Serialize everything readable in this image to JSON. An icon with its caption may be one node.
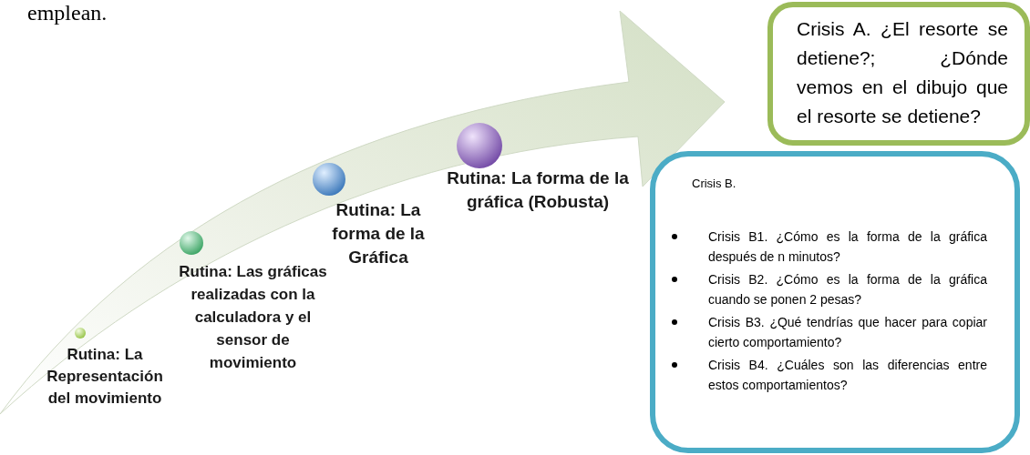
{
  "diagram": {
    "nodes": [
      {
        "text": [
          "Crisis A. ¿El resorte se detiene?; ¿Dónde vemos en el dibujo que el resorte se detiene?"
        ]
      },
      {
        "text": [
          "Crisis B.",
          "Crisis B1. ¿Cómo es la forma de la gráfica después de n minutos?",
          "Crisis B2. ¿Cómo es la forma de la gráfica cuando se ponen 2 pesas?",
          "Crisis B3. ¿Qué tendrías que hacer para copiar cierto comportamiento?",
          "Crisis B4. ¿Cuáles son las diferencias entre estos comportamientos?"
        ]
      }
    ],
    "edges": [],
    "labels": [
      "emplean.",
      "Rutina: La Representación del movimiento",
      "Rutina: Las gráficas realizadas con la calculadora y el sensor de movimiento",
      "Rutina: La forma de la Gráfica",
      "Rutina: La forma de la gráfica (Robusta)"
    ]
  }
}
